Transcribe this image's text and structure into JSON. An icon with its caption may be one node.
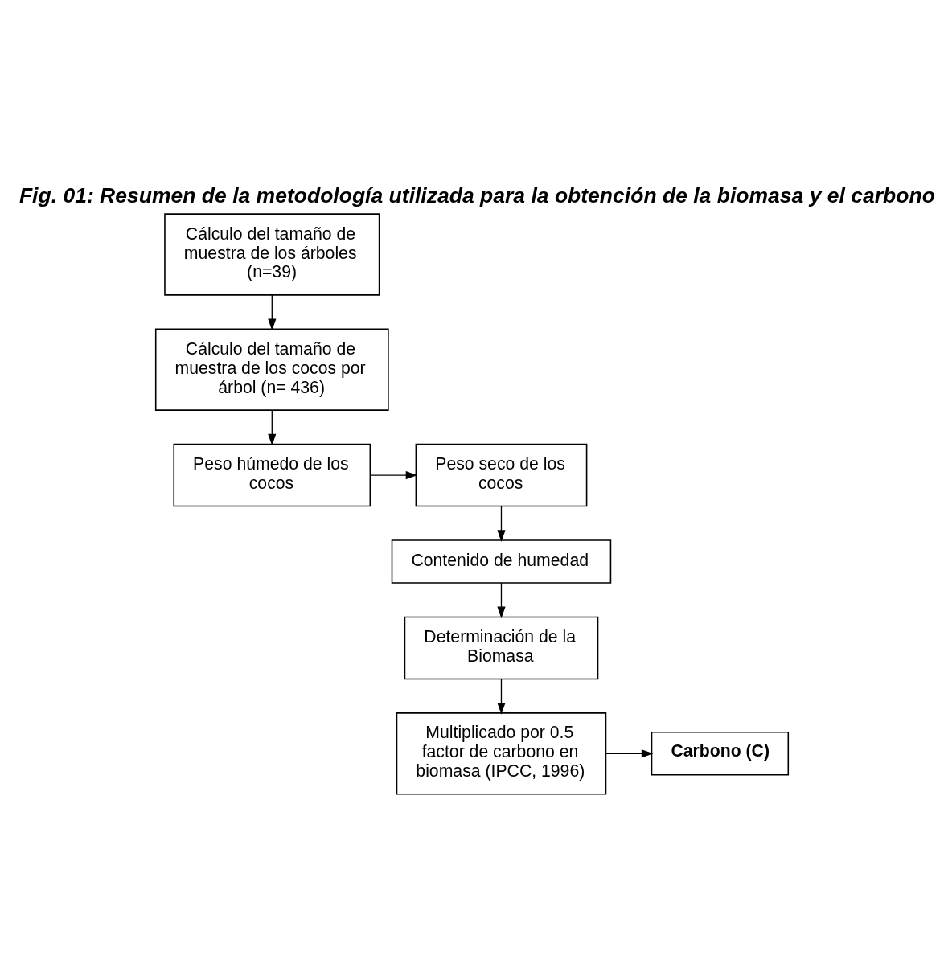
{
  "diagram": {
    "title": "Fig. 01: Resumen de la metodología utilizada para la obtención de la biomasa y el carbono",
    "nodes": [
      {
        "text": [
          "Cálculo del tamaño de muestra de los árboles (n=39)"
        ]
      },
      {
        "text": [
          "Cálculo del tamaño de muestra de los cocos por árbol (n= 436)"
        ]
      },
      {
        "text": [
          "Peso húmedo de los cocos"
        ]
      },
      {
        "text": [
          "Peso seco de los cocos"
        ]
      },
      {
        "text": [
          "Contenido de humedad"
        ]
      },
      {
        "text": [
          "Determinación de la Biomasa"
        ]
      },
      {
        "text": [
          "Multiplicado por 0.5 factor de carbono en biomasa (IPCC, 1996)"
        ]
      },
      {
        "text": [
          "Carbono (C)"
        ]
      }
    ],
    "edges": [
      {
        "from": 0,
        "to": 1,
        "arrow": "to"
      },
      {
        "from": 1,
        "to": 2,
        "arrow": "to"
      },
      {
        "from": 2,
        "to": 3,
        "arrow": "to"
      },
      {
        "from": 3,
        "to": 4,
        "arrow": "to"
      },
      {
        "from": 4,
        "to": 5,
        "arrow": "to"
      },
      {
        "from": 5,
        "to": 6,
        "arrow": "to"
      },
      {
        "from": 6,
        "to": 7,
        "arrow": "to"
      }
    ]
  }
}
